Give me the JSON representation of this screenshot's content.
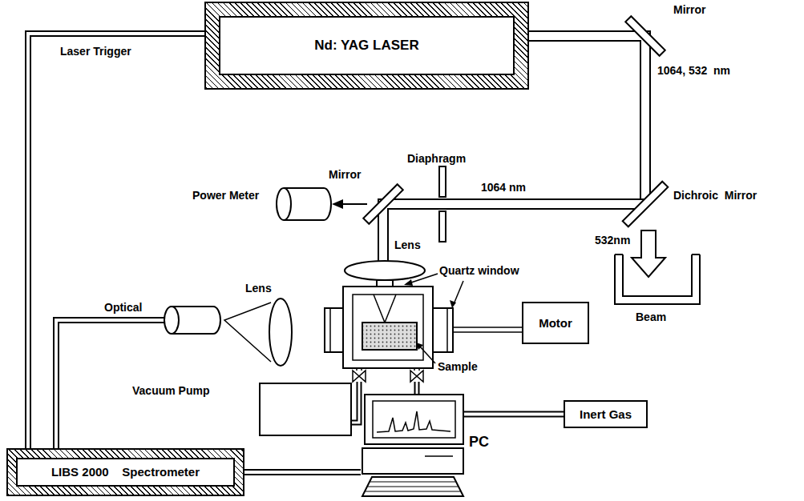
{
  "diagram": {
    "nodes": [
      {
        "text": [
          "Nd: YAG LASER"
        ]
      },
      {
        "text": [
          "Power Meter"
        ]
      },
      {
        "text": [
          "Optical"
        ]
      },
      {
        "text": [
          "Motor"
        ]
      },
      {
        "text": [
          "Vacuum Pump"
        ]
      },
      {
        "text": [
          "PC"
        ]
      },
      {
        "text": [
          "Inert Gas"
        ]
      },
      {
        "text": [
          "Beam"
        ]
      },
      {
        "text": [
          "LIBS 2000    Spectrometer"
        ]
      }
    ],
    "edges": [
      {
        "from": 8,
        "to": 0,
        "arrow": "none",
        "label": "Laser Trigger"
      },
      {
        "from": 2,
        "to": 8,
        "arrow": "none"
      },
      {
        "from": 8,
        "to": 5,
        "arrow": "none"
      },
      {
        "from": 6,
        "to": 5,
        "arrow": "none"
      }
    ],
    "labels": [
      "Mirror",
      "1064, 532  nm",
      "Diaphragm",
      "Mirror",
      "1064 nm",
      "Dichroic  Mirror",
      "Lens",
      "532nm",
      "Quartz window",
      "Lens",
      "Sample"
    ]
  }
}
